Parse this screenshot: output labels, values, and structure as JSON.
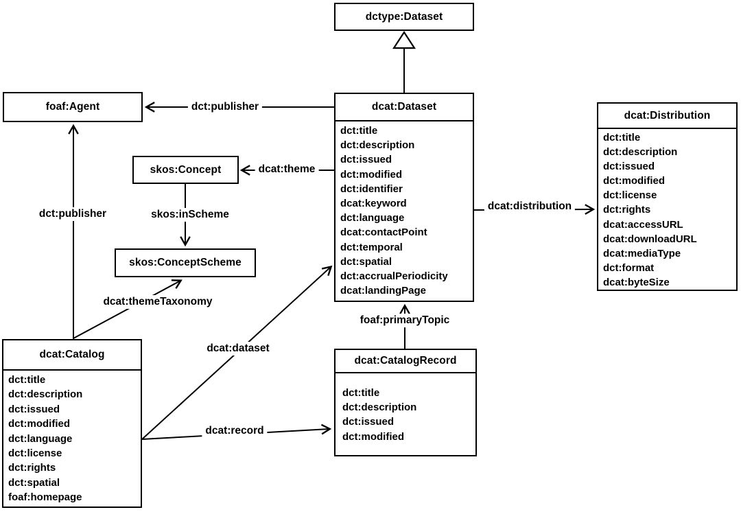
{
  "diagram": {
    "title_hint": "DCAT vocabulary UML class diagram",
    "colors": {
      "line": "#000000",
      "box_border": "#000000",
      "box_fill": "#ffffff",
      "background": "#ffffff",
      "text": "#000000"
    },
    "classes": [
      {
        "id": "dctype-dataset",
        "title": "dctype:Dataset",
        "properties": []
      },
      {
        "id": "foaf-agent",
        "title": "foaf:Agent",
        "properties": []
      },
      {
        "id": "skos-concept",
        "title": "skos:Concept",
        "properties": []
      },
      {
        "id": "skos-conceptscheme",
        "title": "skos:ConceptScheme",
        "properties": []
      },
      {
        "id": "dcat-dataset",
        "title": "dcat:Dataset",
        "properties": [
          "dct:title",
          "dct:description",
          "dct:issued",
          "dct:modified",
          "dct:identifier",
          "dcat:keyword",
          "dct:language",
          "dcat:contactPoint",
          "dct:temporal",
          "dct:spatial",
          "dct:accrualPeriodicity",
          "dcat:landingPage"
        ]
      },
      {
        "id": "dcat-catalog",
        "title": "dcat:Catalog",
        "properties": [
          "dct:title",
          "dct:description",
          "dct:issued",
          "dct:modified",
          "dct:language",
          "dct:license",
          "dct:rights",
          "dct:spatial",
          "foaf:homepage"
        ]
      },
      {
        "id": "dcat-catalogrecord",
        "title": "dcat:CatalogRecord",
        "properties": [
          "dct:title",
          "dct:description",
          "dct:issued",
          "dct:modified"
        ]
      },
      {
        "id": "dcat-distribution",
        "title": "dcat:Distribution",
        "properties": [
          "dct:title",
          "dct:description",
          "dct:issued",
          "dct:modified",
          "dct:license",
          "dct:rights",
          "dcat:accessURL",
          "dcat:downloadURL",
          "dcat:mediaType",
          "dct:format",
          "dcat:byteSize"
        ]
      }
    ],
    "edges": [
      {
        "id": "generalization",
        "label": "",
        "from": "dcat:Dataset",
        "to": "dctype:Dataset",
        "style": "generalization"
      },
      {
        "id": "publisher-top",
        "label": "dct:publisher",
        "from": "dcat:Dataset",
        "to": "foaf:Agent",
        "style": "arrow"
      },
      {
        "id": "theme",
        "label": "dcat:theme",
        "from": "dcat:Dataset",
        "to": "skos:Concept",
        "style": "arrow"
      },
      {
        "id": "in-scheme",
        "label": "skos:inScheme",
        "from": "skos:Concept",
        "to": "skos:ConceptScheme",
        "style": "arrow"
      },
      {
        "id": "publisher-left",
        "label": "dct:publisher",
        "from": "dcat:Catalog",
        "to": "foaf:Agent",
        "style": "arrow"
      },
      {
        "id": "theme-taxonomy",
        "label": "dcat:themeTaxonomy",
        "from": "dcat:Catalog",
        "to": "skos:ConceptScheme",
        "style": "arrow"
      },
      {
        "id": "dataset",
        "label": "dcat:dataset",
        "from": "dcat:Catalog",
        "to": "dcat:Dataset",
        "style": "arrow"
      },
      {
        "id": "record",
        "label": "dcat:record",
        "from": "dcat:Catalog",
        "to": "dcat:CatalogRecord",
        "style": "arrow"
      },
      {
        "id": "primary-topic",
        "label": "foaf:primaryTopic",
        "from": "dcat:CatalogRecord",
        "to": "dcat:Dataset",
        "style": "arrow"
      },
      {
        "id": "distribution",
        "label": "dcat:distribution",
        "from": "dcat:Dataset",
        "to": "dcat:Distribution",
        "style": "arrow"
      }
    ]
  }
}
